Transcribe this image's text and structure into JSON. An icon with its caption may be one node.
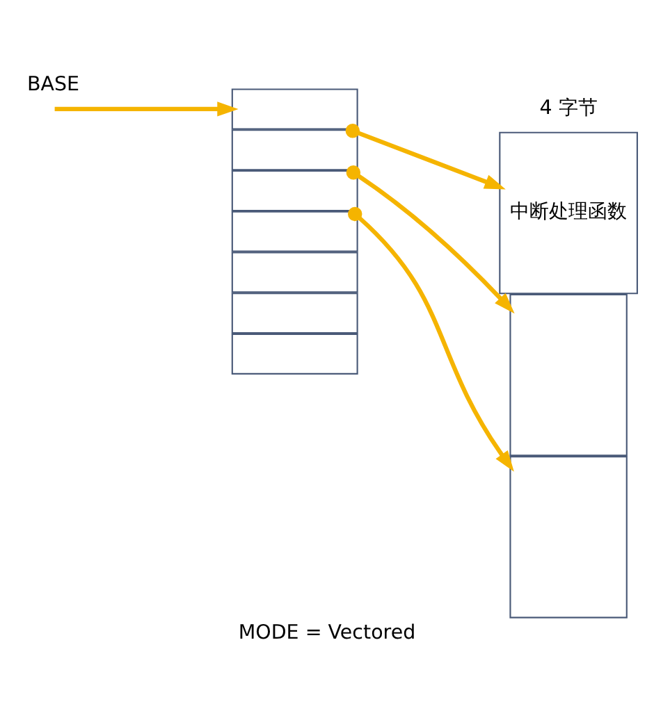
{
  "diagram": {
    "caption": "MODE = Vectored",
    "nodes": [
      {
        "text": [],
        "shape": "box"
      },
      {
        "text": [],
        "shape": "box"
      },
      {
        "text": [],
        "shape": "box"
      },
      {
        "text": [],
        "shape": "box"
      },
      {
        "text": [],
        "shape": "box"
      },
      {
        "text": [],
        "shape": "box"
      },
      {
        "text": [],
        "shape": "box"
      },
      {
        "text": [],
        "shape": "box"
      },
      {
        "text": [],
        "shape": "box"
      },
      {
        "text": [
          "中断处理函数"
        ]
      }
    ],
    "edges": [
      {
        "from": null,
        "to": 0,
        "arrow": "to"
      },
      {
        "from": 0,
        "to": 9,
        "arrow": "to"
      },
      {
        "from": 1,
        "to": 8,
        "arrow": "to"
      },
      {
        "from": 2,
        "to": 7,
        "arrow": "to"
      }
    ],
    "labels": [
      "BASE",
      "4 字节"
    ]
  }
}
